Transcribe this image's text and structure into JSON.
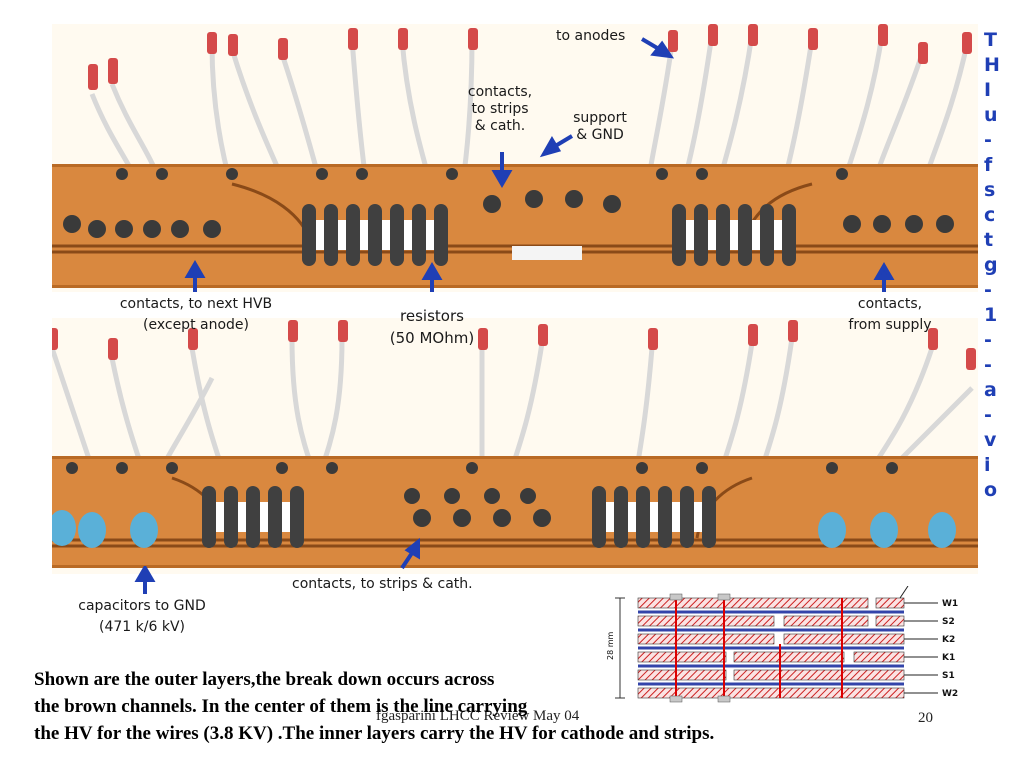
{
  "annotations": {
    "to_anodes": "to anodes",
    "contacts_strips_line1": "contacts,",
    "contacts_strips_line2": "to strips",
    "contacts_strips_line3": "& cath.",
    "support_line1": "support",
    "support_line2": "& GND",
    "next_hvb_line1": "contacts, to next HVB",
    "next_hvb_line2": "(except anode)",
    "resistors_line1": "resistors",
    "resistors_line2": "(50 MOhm)",
    "from_supply_line1": "contacts,",
    "from_supply_line2": "from supply",
    "strips_cath_bottom": "contacts, to strips & cath.",
    "capacitors_line1": "capacitors to GND",
    "capacitors_line2": "(471 k/6 kV)"
  },
  "side_text": [
    "T",
    "H",
    "I",
    "u",
    "-",
    "f",
    "s",
    "c",
    "t",
    "g",
    "-",
    "1",
    "-",
    "-",
    "a",
    "-",
    "v",
    "i",
    "o"
  ],
  "caption": {
    "line1": "Shown are the outer layers,the break down occurs across",
    "line2": "the brown channels. In the center of them is the line carrying",
    "line3": "the HV for the wires (3.8 KV) .The inner layers carry the HV for cathode and strips."
  },
  "footer": {
    "text": "fgasparini  LHCC Review May 04",
    "page": "20"
  },
  "schematic": {
    "dimension": "28 mm",
    "layers": [
      "W1",
      "S2",
      "K2",
      "K1",
      "S1",
      "W2"
    ]
  },
  "colors": {
    "annotation_arrow": "#1f3fb5",
    "board": "#d9883f",
    "hatch": "#cc2222"
  }
}
